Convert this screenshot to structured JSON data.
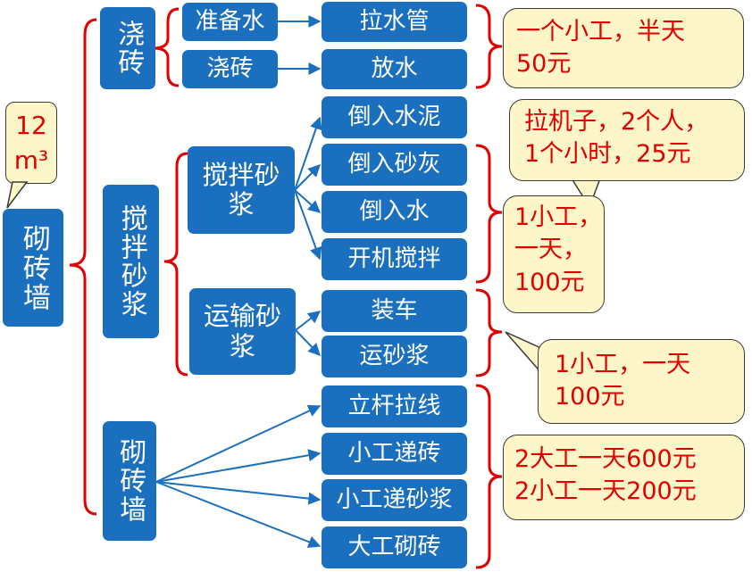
{
  "volume": {
    "line1": "12",
    "line2": "m³"
  },
  "root": "砌砖墙",
  "branches": {
    "water": "浇砖",
    "mix": "搅拌砂浆",
    "build": "砌砖墙"
  },
  "sub": {
    "stir": "搅拌砂浆",
    "transport": "运输砂浆"
  },
  "steps": {
    "prep_water": "准备水",
    "pour_brick": "浇砖",
    "pull_pipe": "拉水管",
    "release_water": "放水",
    "add_cement": "倒入水泥",
    "add_sand": "倒入砂灰",
    "add_water": "倒入水",
    "start_mixing": "开机搅拌",
    "load_cart": "装车",
    "carry_mortar": "运砂浆",
    "erect_pole": "立杆拉线",
    "pass_brick": "小工递砖",
    "pass_mortar": "小工递砂浆",
    "lay_brick": "大工砌砖"
  },
  "callouts": {
    "c1": [
      "一个小工，半天",
      "50元"
    ],
    "c2": [
      "拉机子，2个人，",
      "1个小时，25元"
    ],
    "c3": [
      "1小工，",
      "一天，",
      "100元"
    ],
    "c4": [
      "1小工，一天",
      "100元"
    ],
    "c5": [
      "2大工一天600元",
      "2小工一天200元"
    ]
  },
  "colors": {
    "box": "#1a6fbf",
    "bracket": "#e00000",
    "callout_fill": "#fdf6c8",
    "callout_text": "#e00000"
  }
}
